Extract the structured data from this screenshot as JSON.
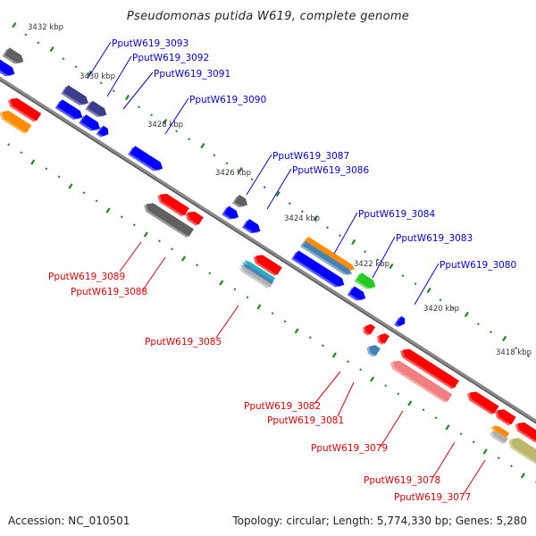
{
  "title": "Pseudomonas putida W619, complete genome",
  "footer": {
    "accession": "Accession: NC_010501",
    "summary": "Topology: circular; Length: 5,774,330 bp; Genes: 5,280"
  },
  "colors": {
    "backbone": "#808080",
    "tick": "#1a8a1a",
    "forward_label": "#0000ee",
    "reverse_label": "#ee0000"
  },
  "ticks": [
    {
      "label": "3432 kbp",
      "kbp": 3432
    },
    {
      "label": "3430 kbp",
      "kbp": 3430
    },
    {
      "label": "3428 kbp",
      "kbp": 3428
    },
    {
      "label": "3426 kbp",
      "kbp": 3426
    },
    {
      "label": "3424 kbp",
      "kbp": 3424
    },
    {
      "label": "3422 kbp",
      "kbp": 3422
    },
    {
      "label": "3420 kbp",
      "kbp": 3420
    },
    {
      "label": "3418 kbp",
      "kbp": 3418
    }
  ],
  "forward_labels": [
    {
      "text": "PputW619_3093"
    },
    {
      "text": "PputW619_3092"
    },
    {
      "text": "PputW619_3091"
    },
    {
      "text": "PputW619_3090"
    },
    {
      "text": "PputW619_3087"
    },
    {
      "text": "PputW619_3086"
    },
    {
      "text": "PputW619_3084"
    },
    {
      "text": "PputW619_3083"
    },
    {
      "text": "PputW619_3080"
    }
  ],
  "reverse_labels": [
    {
      "text": "PputW619_3089"
    },
    {
      "text": "PputW619_3088"
    },
    {
      "text": "PputW619_3085"
    },
    {
      "text": "PputW619_3082"
    },
    {
      "text": "PputW619_3081"
    },
    {
      "text": "PputW619_3079"
    },
    {
      "text": "PputW619_3078"
    },
    {
      "text": "PputW619_3077"
    }
  ],
  "features": [
    {
      "color": "#0000ff",
      "strand": "+"
    },
    {
      "color": "#606060",
      "strand": "+"
    },
    {
      "color": "#3c3c8c",
      "strand": "+"
    },
    {
      "color": "#3c3c8c",
      "strand": "+"
    },
    {
      "color": "#0000ff",
      "strand": "+"
    },
    {
      "color": "#0000ff",
      "strand": "+"
    },
    {
      "color": "#0000ff",
      "strand": "+"
    },
    {
      "color": "#0000ff",
      "strand": "+"
    },
    {
      "color": "#606060",
      "strand": "+"
    },
    {
      "color": "#0000ff",
      "strand": "+"
    },
    {
      "color": "#0000ff",
      "strand": "+"
    },
    {
      "color": "#ff8c00",
      "strand": "+"
    },
    {
      "color": "#4682b4",
      "strand": "+"
    },
    {
      "color": "#0000ff",
      "strand": "+"
    },
    {
      "color": "#22cc22",
      "strand": "+"
    },
    {
      "color": "#0000ff",
      "strand": "+"
    },
    {
      "color": "#0000ff",
      "strand": "+"
    },
    {
      "color": "#ff0000",
      "strand": "-"
    },
    {
      "color": "#ff8c00",
      "strand": "-"
    },
    {
      "color": "#ff0000",
      "strand": "-"
    },
    {
      "color": "#ff0000",
      "strand": "-"
    },
    {
      "color": "#606060",
      "strand": "-"
    },
    {
      "color": "#ff0000",
      "strand": "-"
    },
    {
      "color": "#20b2c0",
      "strand": "-"
    },
    {
      "color": "#4682b4",
      "strand": "-"
    },
    {
      "color": "#b0b0b0",
      "strand": "-"
    },
    {
      "color": "#ff0000",
      "strand": "-"
    },
    {
      "color": "#ff0000",
      "strand": "-"
    },
    {
      "color": "#4682b4",
      "strand": "-"
    },
    {
      "color": "#ff0000",
      "strand": "-"
    },
    {
      "color": "#f08080",
      "strand": "-"
    },
    {
      "color": "#ff0000",
      "strand": "-"
    },
    {
      "color": "#ff0000",
      "strand": "-"
    },
    {
      "color": "#ff0000",
      "strand": "-"
    },
    {
      "color": "#ff8c00",
      "strand": "-"
    },
    {
      "color": "#b0b0b0",
      "strand": "-"
    },
    {
      "color": "#bdb76b",
      "strand": "-"
    }
  ]
}
